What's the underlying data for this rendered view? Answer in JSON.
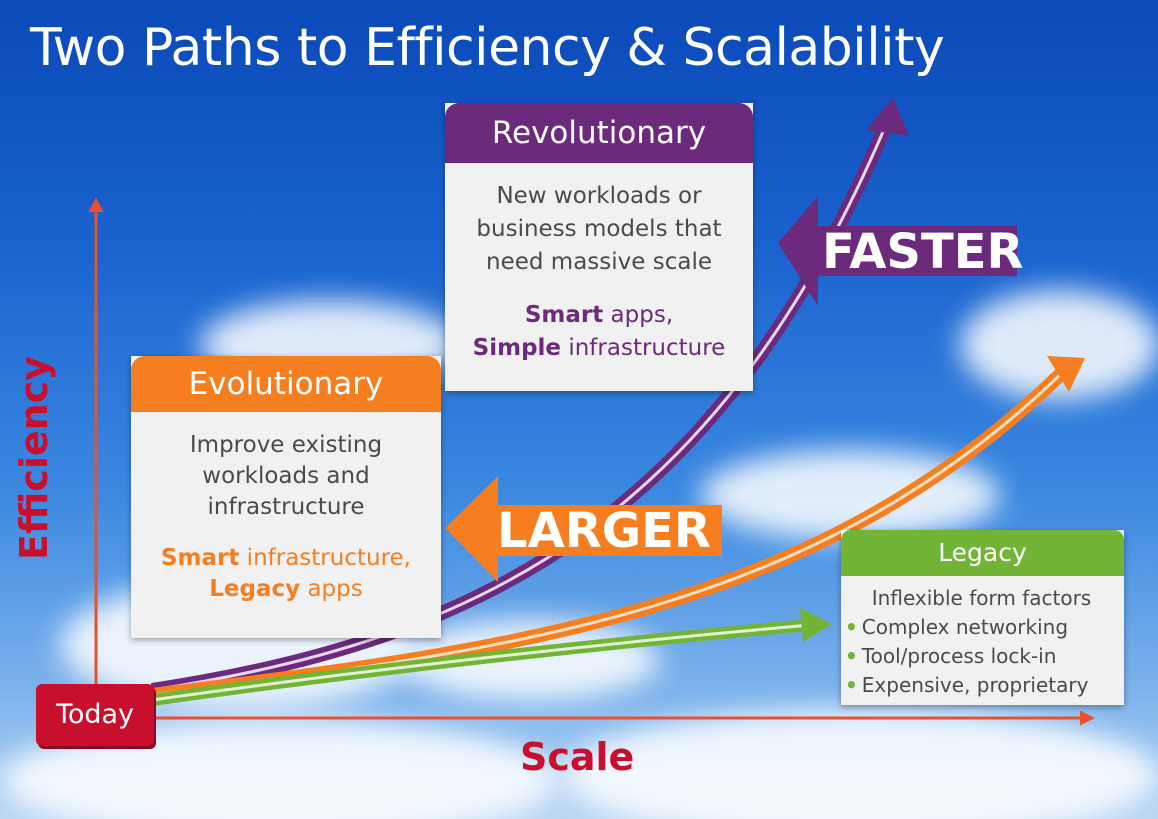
{
  "title": "Two Paths to Efficiency & Scalability",
  "colors": {
    "purple": "#6b2a7c",
    "orange": "#f57e20",
    "green": "#72b435",
    "red": "#c8102e",
    "axis": "#e8512e",
    "box_bg": "#f1f1f1"
  },
  "axes": {
    "y_label": "Efficiency",
    "x_label": "Scale"
  },
  "start": {
    "label": "Today"
  },
  "revolutionary": {
    "title": "Revolutionary",
    "description": [
      "New workloads or",
      "business models that",
      "need massive scale"
    ],
    "highlight1": "Smart",
    "rest1": " apps,",
    "highlight2": "Simple",
    "rest2": " infrastructure",
    "arrow_label": "FASTER"
  },
  "evolutionary": {
    "title": "Evolutionary",
    "description": [
      "Improve existing",
      "workloads and",
      "infrastructure"
    ],
    "highlight1": "Smart",
    "rest1": " infrastructure,",
    "highlight2": "Legacy",
    "rest2": " apps",
    "arrow_label": "LARGER"
  },
  "legacy": {
    "title": "Legacy",
    "items": [
      "Inflexible form factors",
      "Complex networking",
      "Tool/process lock-in",
      "Expensive, proprietary"
    ]
  }
}
